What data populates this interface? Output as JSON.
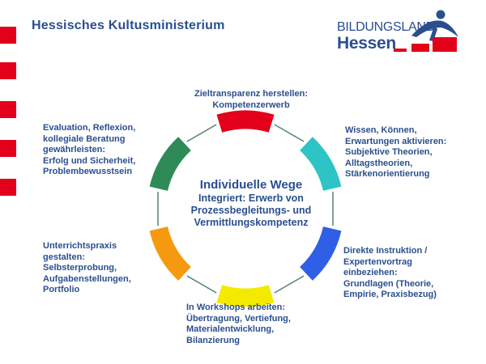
{
  "header": {
    "title": "Hessisches Kultusministerium"
  },
  "logo": {
    "line1": "BILDUNGSLAND",
    "line2": "Hessen",
    "colors": {
      "blue": "#2a4f8f",
      "red": "#e2001a"
    }
  },
  "center": {
    "title": "Individuelle Wege",
    "lines": [
      "Integriert: Erwerb von",
      "Prozessbegleitungs- und",
      "Vermittlungskompetenz"
    ]
  },
  "segments": [
    {
      "color": "#e2001a",
      "lines": [
        "Zieltransparenz herstellen:",
        "Kompetenzerwerb"
      ]
    },
    {
      "color": "#2ec4c6",
      "lines": [
        "Wissen, Können,",
        "Erwartungen aktivieren:",
        "Subjektive Theorien,",
        "Alltagstheorien,",
        "Stärkenorientierung"
      ]
    },
    {
      "color": "#2f5fe6",
      "lines": [
        "Direkte Instruktion /",
        "Expertenvortrag",
        "einbeziehen:",
        "Grundlagen (Theorie,",
        "Empirie, Praxisbezug)"
      ]
    },
    {
      "color": "#f4ea00",
      "lines": [
        "In Workshops arbeiten:",
        "Übertragung, Vertiefung,",
        "Materialentwicklung,",
        "Bilanzierung"
      ]
    },
    {
      "color": "#f59a0f",
      "lines": [
        "Unterrichtspraxis",
        "gestalten:",
        "Selbsterprobung,",
        "Aufgabenstellungen,",
        "Portfolio"
      ]
    },
    {
      "color": "#2e8b57",
      "lines": [
        "Evaluation, Reflexion,",
        "kollegiale Beratung",
        "gewährleisten:",
        "Erfolg und Sicherheit,",
        "Problembewusstsein"
      ]
    }
  ]
}
